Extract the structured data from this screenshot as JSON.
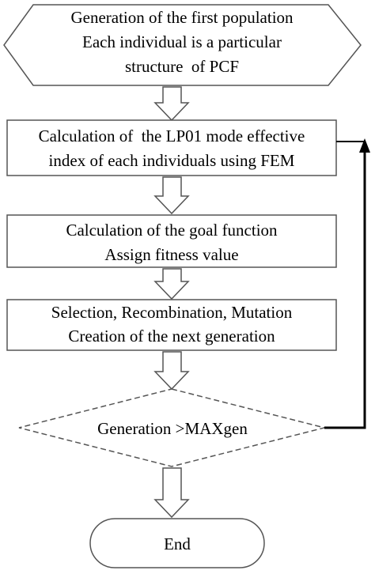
{
  "colors": {
    "shape_stroke": "#555555",
    "arrow_stroke": "#555555",
    "feedback_line": "#000000",
    "text": "#000000",
    "background": "#ffffff"
  },
  "start": {
    "lines": [
      "Generation of the first population",
      "Each individual is a particular",
      "structure  of PCF"
    ]
  },
  "step1": {
    "lines": [
      "Calculation of  the LP01 mode effective",
      "index of each individuals using FEM"
    ]
  },
  "step2": {
    "lines": [
      "Calculation of the goal function",
      "Assign fitness value"
    ]
  },
  "step3": {
    "lines": [
      "Selection, Recombination, Mutation",
      "Creation of the next generation"
    ]
  },
  "decision": {
    "label": "Generation >MAXgen"
  },
  "end": {
    "label": "End"
  }
}
